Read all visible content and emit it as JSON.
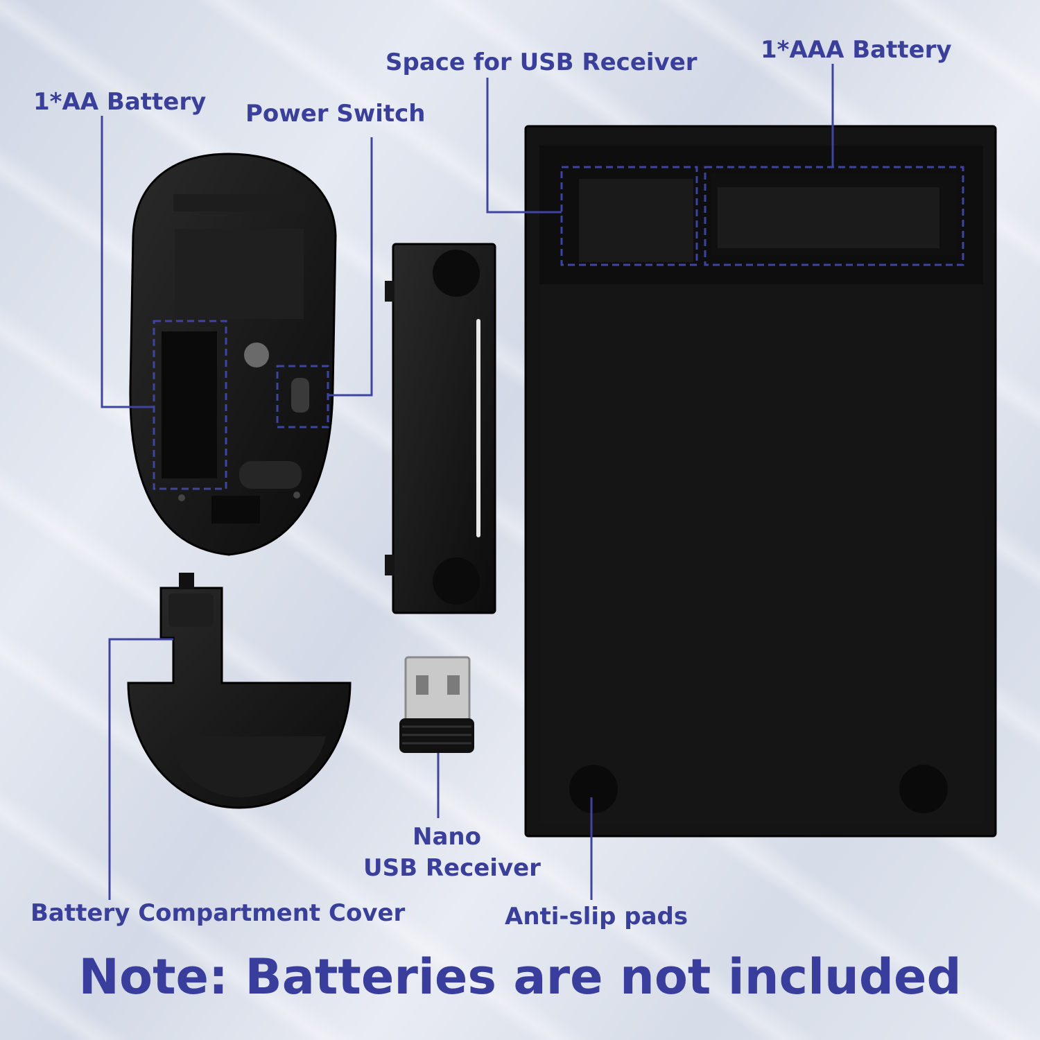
{
  "labels": {
    "aa_battery": "1*AA Battery",
    "power_switch": "Power Switch",
    "usb_space": "Space for USB Receiver",
    "aaa_battery": "1*AAA Battery",
    "cover": "Battery Compartment Cover",
    "nano_line1": "Nano",
    "nano_line2": "USB Receiver",
    "pads": "Anti-slip pads"
  },
  "note": "Note: Batteries are not included",
  "colors": {
    "label": "#3a3f9a",
    "callout_line": "#3f44a0",
    "device": "#141414"
  }
}
